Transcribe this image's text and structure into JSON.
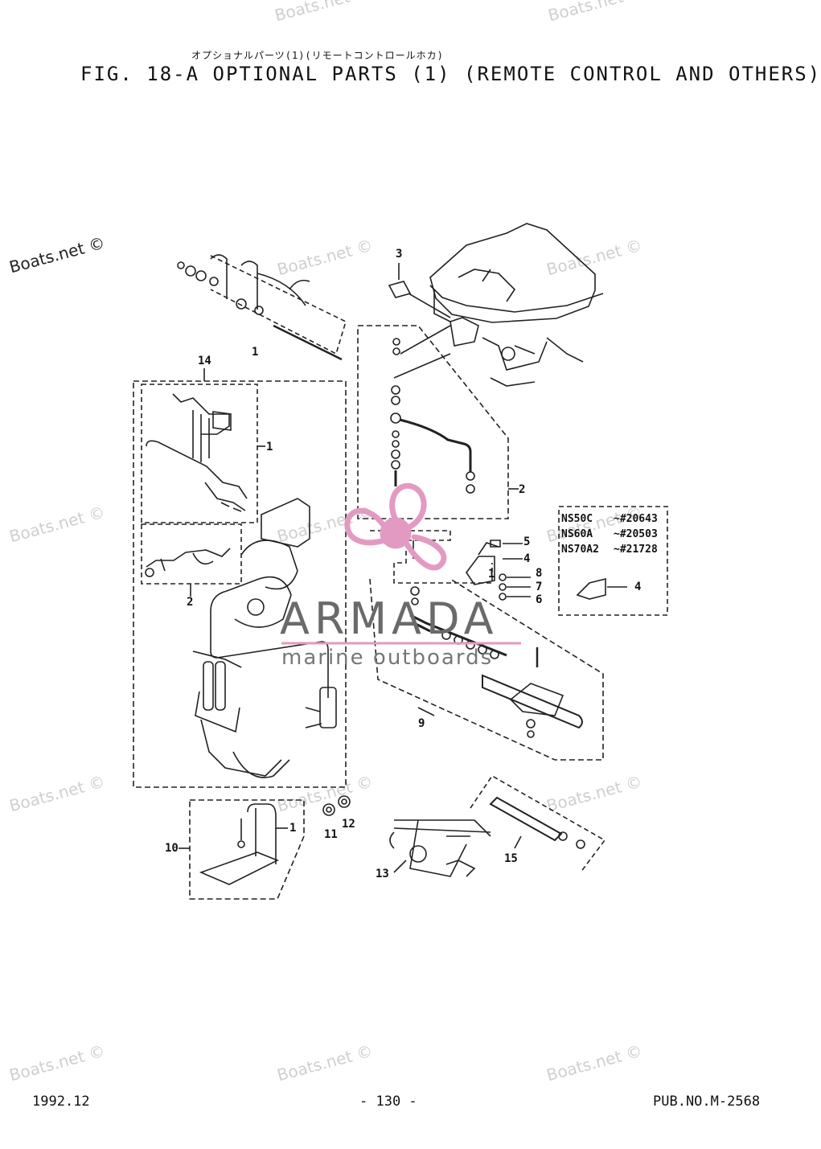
{
  "header": {
    "japanese_title": "オプショナルパーツ(1)(リモートコントロールホカ)",
    "figure_title": "FIG. 18-A OPTIONAL PARTS (1) (REMOTE CONTROL AND OTHERS)"
  },
  "watermark": {
    "text": "Boats.net ©"
  },
  "brand": {
    "name": "ARMADA",
    "tagline": "marine outboards",
    "logo_color": "#e39ac2"
  },
  "part_labels": [
    "1",
    "1",
    "1",
    "1",
    "2",
    "2",
    "3",
    "4",
    "4",
    "5",
    "6",
    "7",
    "8",
    "9",
    "10",
    "11",
    "12",
    "13",
    "14",
    "15"
  ],
  "serial_table": [
    {
      "model": "NS50C",
      "serial": "~#20643"
    },
    {
      "model": "NS60A",
      "serial": "~#20503"
    },
    {
      "model": "NS70A2",
      "serial": "~#21728"
    }
  ],
  "footer": {
    "date": "1992.12",
    "page": "- 130 -",
    "pub": "PUB.NO.M-2568"
  }
}
